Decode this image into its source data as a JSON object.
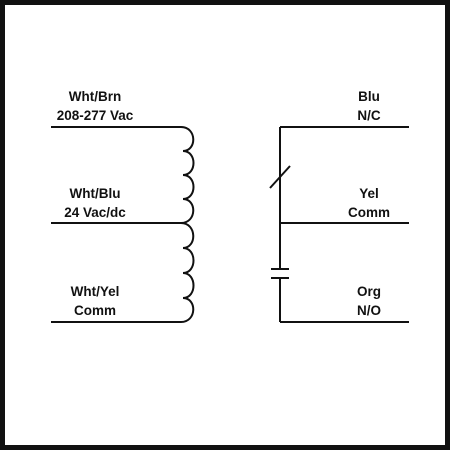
{
  "diagram": {
    "left_terminals": [
      {
        "color": "Wht/Brn",
        "rating": "208-277 Vac"
      },
      {
        "color": "Wht/Blu",
        "rating": "24 Vac/dc"
      },
      {
        "color": "Wht/Yel",
        "rating": "Comm"
      }
    ],
    "right_terminals": [
      {
        "color": "Blu",
        "function": "N/C"
      },
      {
        "color": "Yel",
        "function": "Comm"
      },
      {
        "color": "Org",
        "function": "N/O"
      }
    ]
  },
  "colors": {
    "line": "#111111",
    "background": "#ffffff",
    "border": "#111111"
  }
}
